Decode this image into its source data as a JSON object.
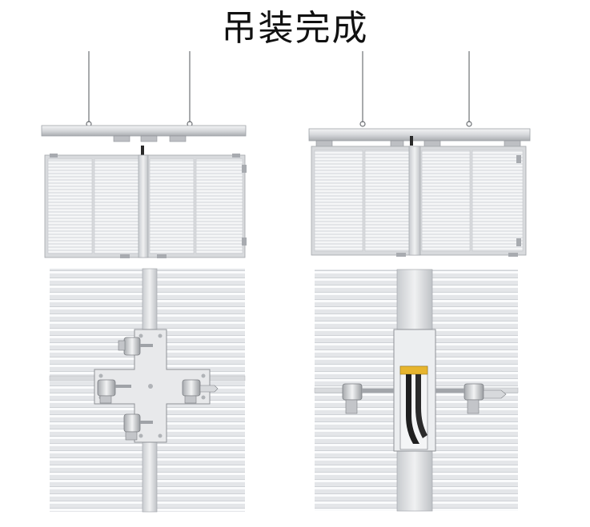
{
  "page": {
    "title": "吊装完成"
  },
  "colors": {
    "frame": "#d4d6d9",
    "frame_dark": "#9ea2a7",
    "slat": "#e6e8ea",
    "slat_gap": "#f7f8f9",
    "cable": "#8a8d91",
    "clamp": "#b9bcc0",
    "cable_black": "#1f1f1f",
    "accent_yellow": "#e7b52e"
  },
  "illustrations": [
    {
      "name": "left-hoisted-screen",
      "icon": "hoisting-bar-with-two-led-panels"
    },
    {
      "name": "right-hoisted-screen",
      "icon": "hoisting-bar-with-two-led-panels"
    },
    {
      "name": "left-cross-clamp-detail",
      "icon": "four-way-panel-clamp"
    },
    {
      "name": "right-cable-channel-detail",
      "icon": "two-way-clamp-with-cable-channel"
    }
  ]
}
